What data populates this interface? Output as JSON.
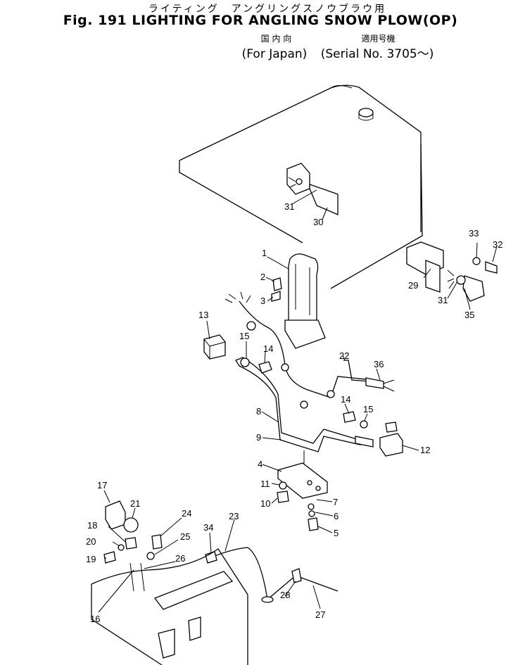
{
  "header": {
    "japanese_title": "ライティング　アングリングスノウブラウ用",
    "title": "Fig. 191 LIGHTING FOR ANGLING SNOW PLOW(OP)",
    "market_jp": "国 内 向",
    "market": "(For Japan)",
    "serial_jp": "適用号機",
    "serial": "(Serial No. 3705～)"
  },
  "callouts": {
    "c1": "1",
    "c2": "2",
    "c3": "3",
    "c4": "4",
    "c5": "5",
    "c6": "6",
    "c7": "7",
    "c8": "8",
    "c9": "9",
    "c10": "10",
    "c11": "11",
    "c12": "12",
    "c13": "13",
    "c14a": "14",
    "c14b": "14",
    "c15a": "15",
    "c15b": "15",
    "c16": "16",
    "c17": "17",
    "c18": "18",
    "c19": "19",
    "c20": "20",
    "c21": "21",
    "c22": "22",
    "c23": "23",
    "c24": "24",
    "c25": "25",
    "c26": "26",
    "c27": "27",
    "c28": "28",
    "c29": "29",
    "c30": "30",
    "c31a": "31",
    "c31b": "31",
    "c32": "32",
    "c33": "33",
    "c34": "34",
    "c35": "35",
    "c36": "36"
  }
}
